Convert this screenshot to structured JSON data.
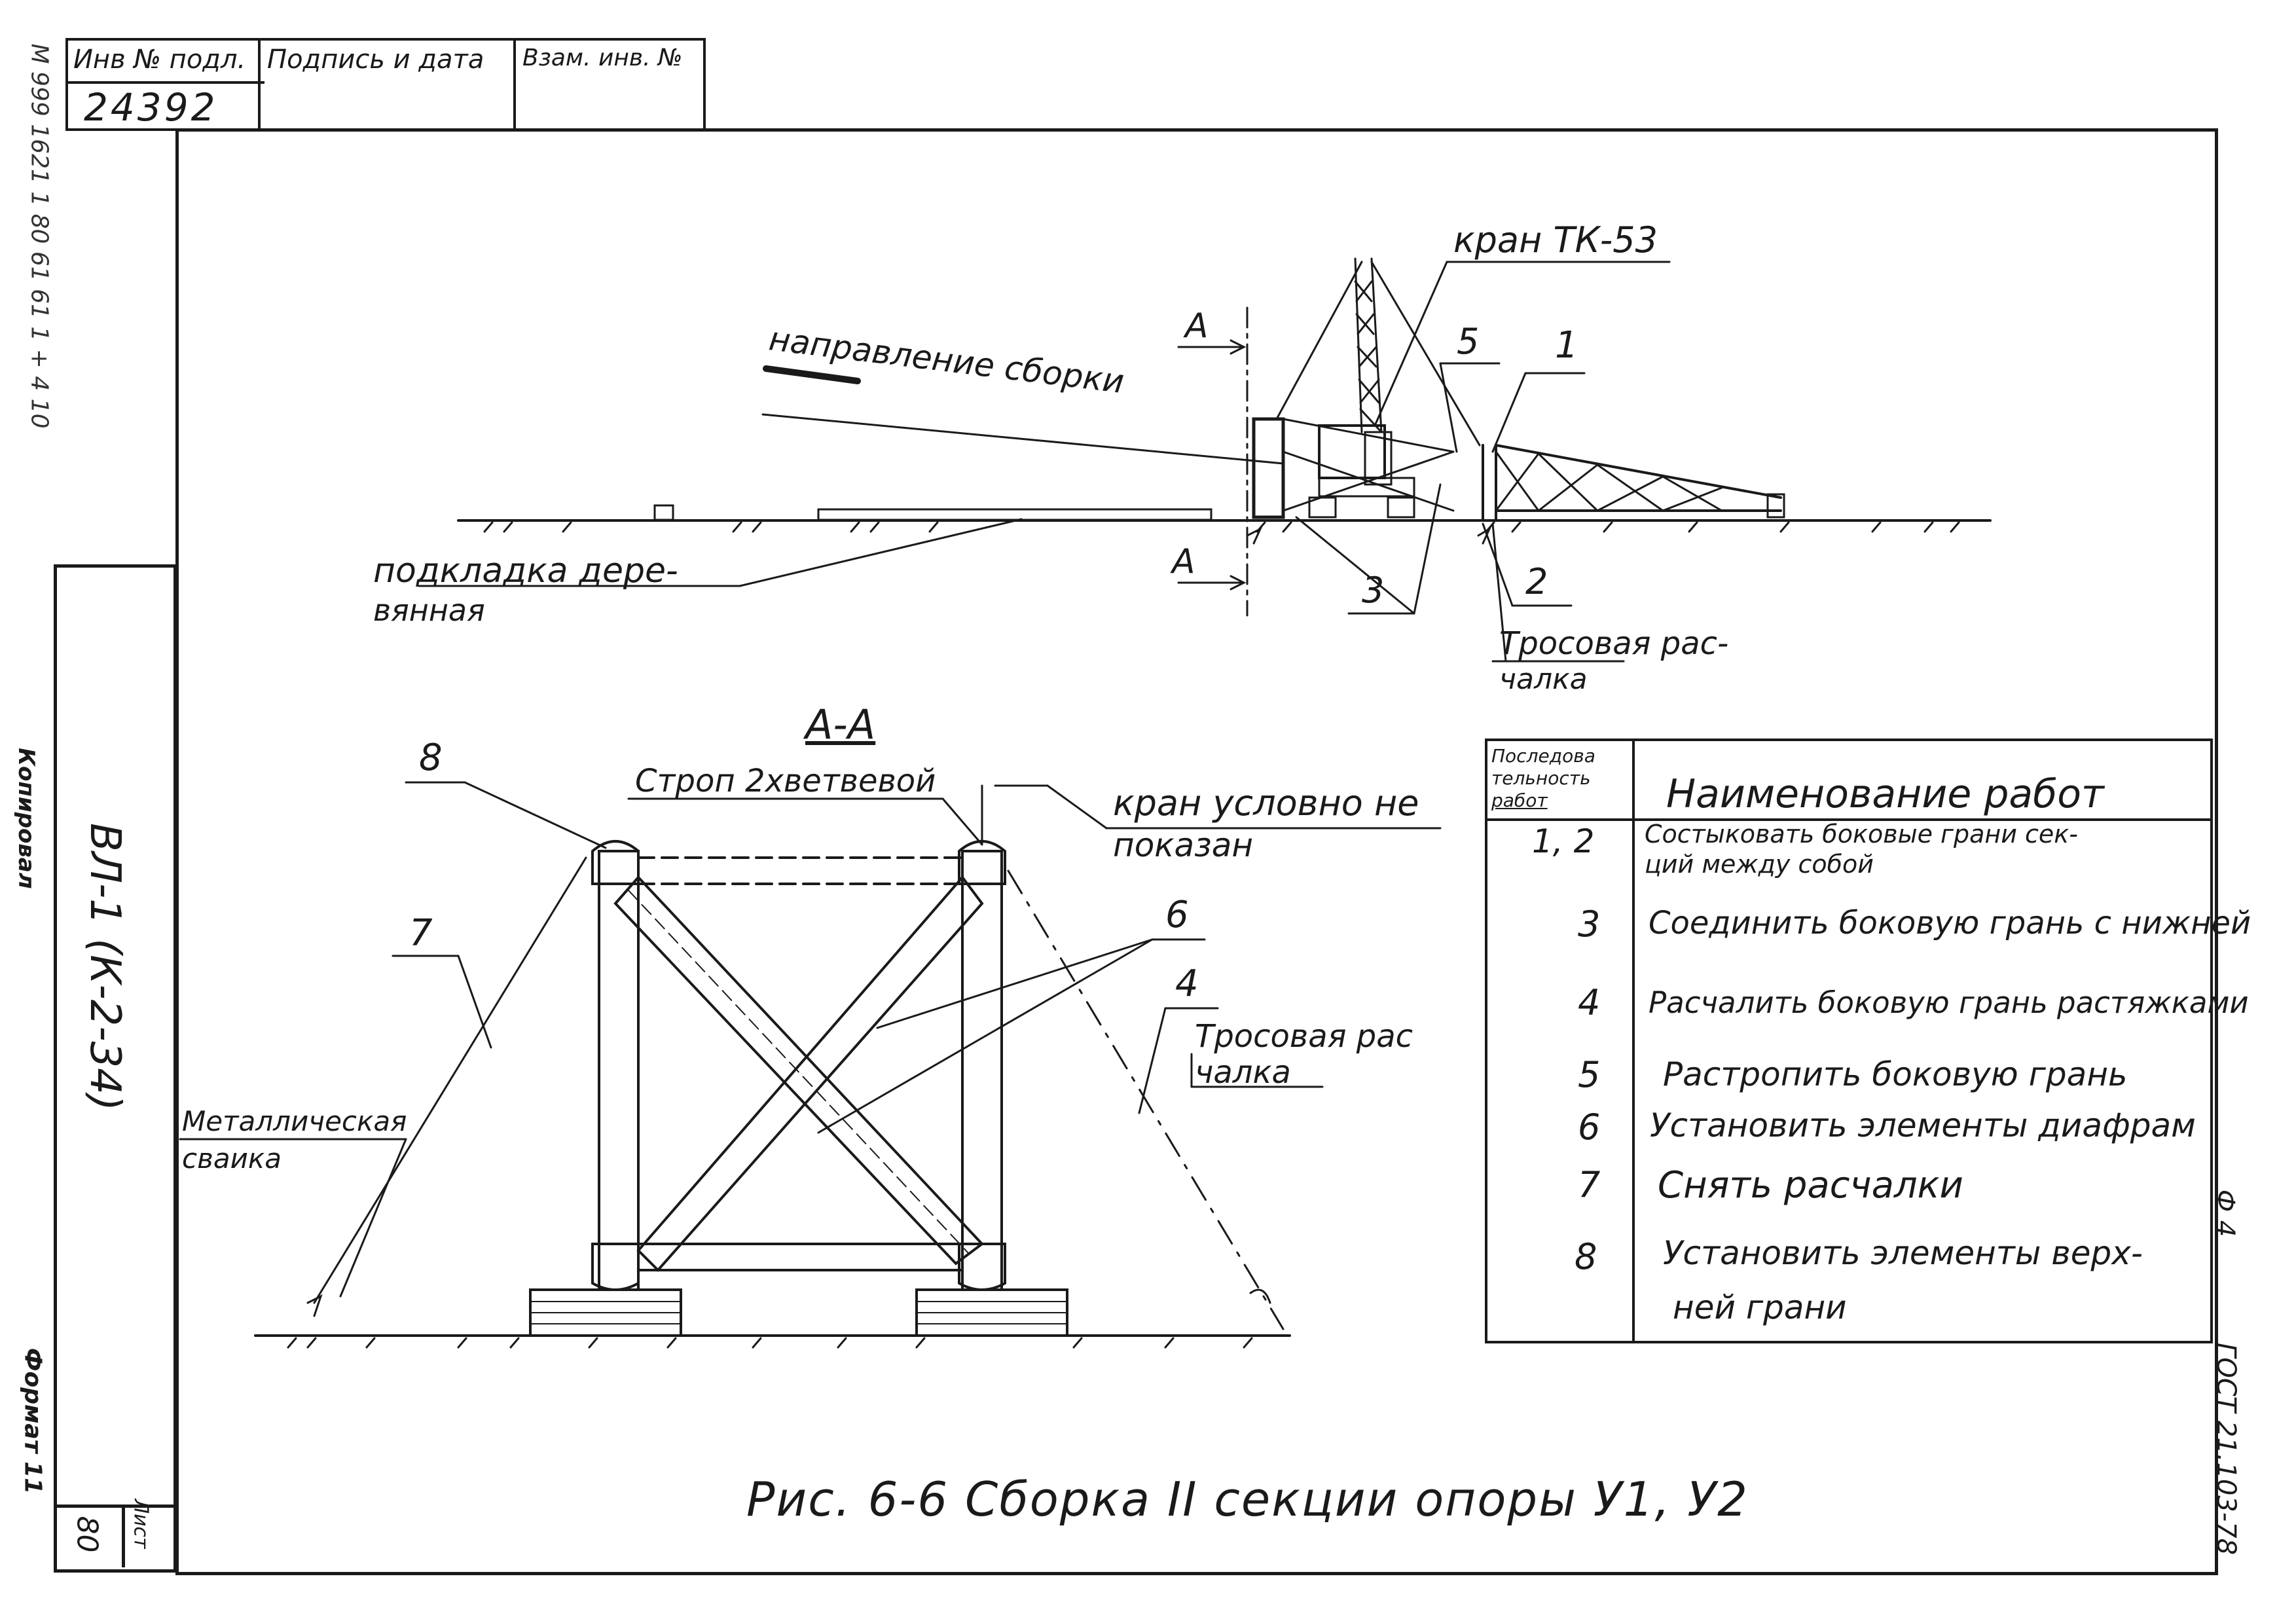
{
  "stamp": {
    "col1_header": "Инв № подл.",
    "col2_header": "Подпись и дата",
    "col3_header": "Взам. инв. №",
    "inv_number": "24392"
  },
  "left_margin": {
    "top_code": "М 999 1621 1 80 61 61 1 + 4 10",
    "copied": "Копировал",
    "series": "ВЛ-1 (К-2-34)",
    "format": "Формат 11",
    "sheet_label": "Лист",
    "sheet_number": "80"
  },
  "right_margin": {
    "format_code": "Ф 4",
    "standard": "ГОСТ 21.103-78"
  },
  "top_view": {
    "crane_label": "кран ТК-53",
    "direction_label": "направление сборки",
    "section_mark_top": "А",
    "section_mark_bottom": "А",
    "callout_5": "5",
    "callout_1": "1",
    "callout_2": "2",
    "callout_3": "3",
    "pad_label_1": "подкладка дере-",
    "pad_label_2": "вянная",
    "guy_label_1": "Тросовая рас-",
    "guy_label_2": "чалка"
  },
  "section_view": {
    "section_title": "А-А",
    "sling_label": "Строп 2хветвевой",
    "crane_note_1": "кран условно не",
    "crane_note_2": "показан",
    "callout_8": "8",
    "callout_7": "7",
    "callout_6": "6",
    "callout_4": "4",
    "anchor_label_1": "Металлическая",
    "anchor_label_2": "сваика",
    "guy_label_1": "Тросовая рас",
    "guy_label_2": "чалка"
  },
  "work_table": {
    "header_seq": [
      "Последова",
      "тельность",
      "работ"
    ],
    "header_name": "Наименование работ",
    "rows": [
      {
        "seq": "1, 2",
        "text": [
          "Состыковать боковые грани сек-",
          "ций между собой"
        ]
      },
      {
        "seq": "3",
        "text": [
          "Соединить боковую грань с нижней"
        ]
      },
      {
        "seq": "4",
        "text": [
          "Расчалить боковую грань растяжками"
        ]
      },
      {
        "seq": "5",
        "text": [
          "Растропить боковую грань"
        ]
      },
      {
        "seq": "6",
        "text": [
          "Установить элементы диафрам"
        ]
      },
      {
        "seq": "7",
        "text": [
          "Снять расчалки"
        ]
      },
      {
        "seq": "8",
        "text": [
          "Установить элементы верх-",
          "ней грани"
        ]
      }
    ]
  },
  "caption": "Рис. 6-6  Сборка II секции опоры У1, У2"
}
